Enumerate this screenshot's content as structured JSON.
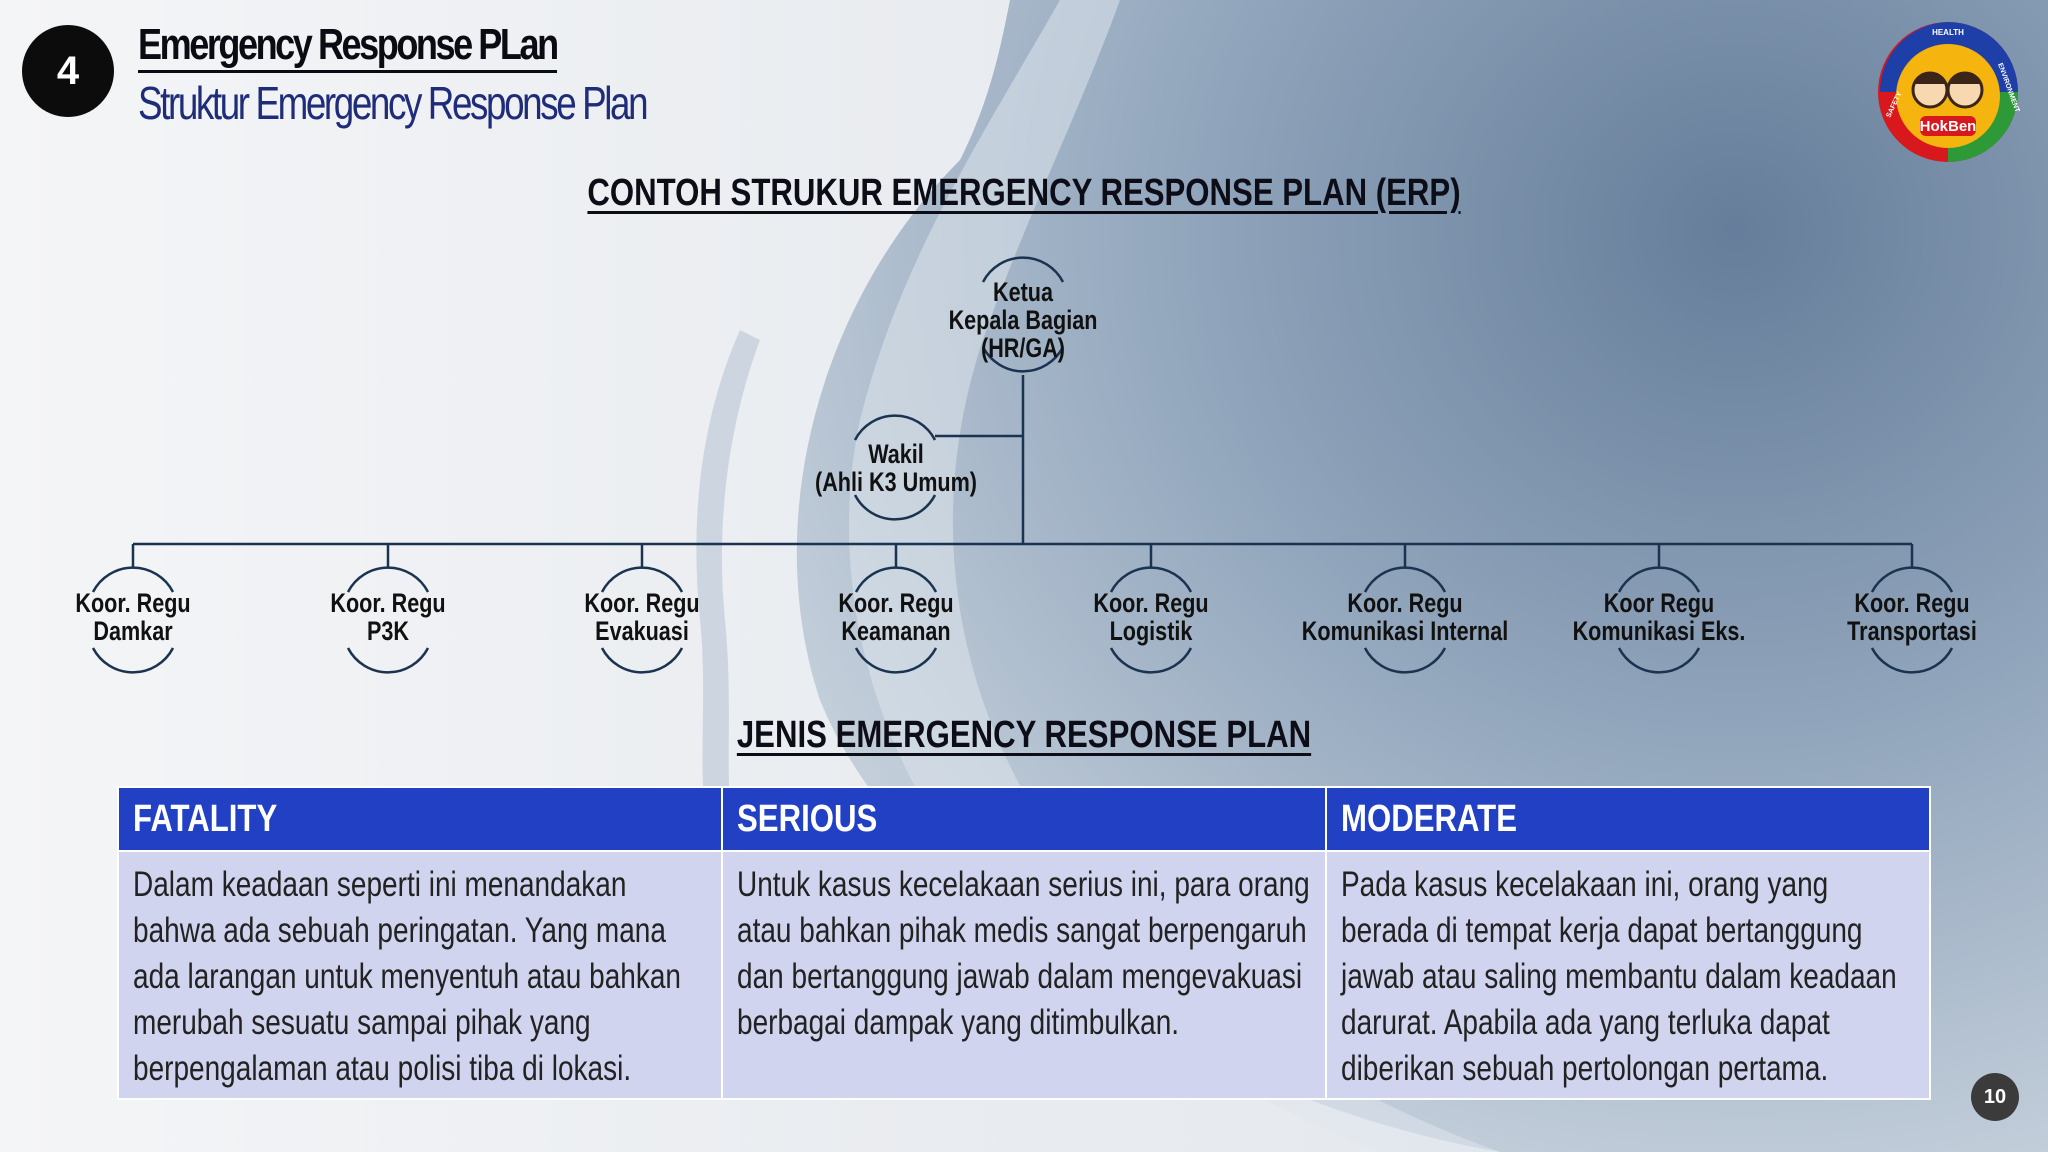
{
  "slide": {
    "section_number": "4",
    "title": "Emergency Response PLan",
    "subtitle": "Struktur Emergency Response Plan",
    "page_number": "10"
  },
  "logo": {
    "top_text": "HEALTH",
    "left_text": "SAFETY",
    "right_text": "ENVIRONMENT",
    "brand": "HokBen"
  },
  "org_chart": {
    "heading": "CONTOH STRUKUR EMERGENCY RESPONSE PLAN (ERP)",
    "head": "Ketua\nKepala Bagian\n(HR/GA)",
    "deputy": "Wakil\n(Ahli K3 Umum)",
    "teams": [
      "Koor. Regu\nDamkar",
      "Koor. Regu\nP3K",
      "Koor. Regu\nEvakuasi",
      "Koor. Regu\nKeamanan",
      "Koor. Regu\nLogistik",
      "Koor. Regu\nKomunikasi Internal",
      "Koor Regu\nKomunikasi Eks.",
      "Koor. Regu\nTransportasi"
    ]
  },
  "erp_types": {
    "heading": "JENIS EMERGENCY RESPONSE PLAN",
    "columns": [
      {
        "header": "FATALITY",
        "text": "Dalam keadaan seperti ini menandakan bahwa ada sebuah peringatan. Yang mana ada larangan untuk menyentuh atau bahkan merubah sesuatu sampai pihak yang berpengalaman atau polisi tiba di lokasi."
      },
      {
        "header": "SERIOUS",
        "text": "Untuk kasus kecelakaan serius ini, para orang atau bahkan pihak medis sangat berpengaruh dan bertanggung jawab dalam mengevakuasi berbagai dampak yang ditimbulkan."
      },
      {
        "header": "MODERATE",
        "text": "Pada kasus kecelakaan ini, orang yang berada di tempat kerja dapat bertanggung jawab atau saling membantu dalam keadaan darurat. Apabila ada yang terluka dapat diberikan sebuah pertolongan pertama."
      }
    ]
  }
}
